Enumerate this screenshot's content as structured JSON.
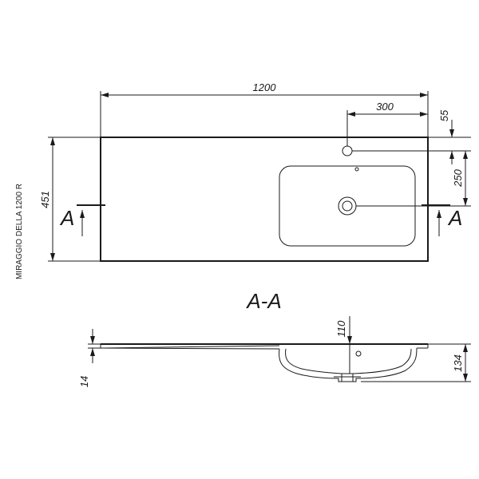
{
  "drawing": {
    "model_label": "MIRAGGIO DELLA 1200 R",
    "section_title": "A-A",
    "section_mark": "A",
    "dimensions": {
      "overall_width": "1200",
      "tap_hole_offset": "300",
      "tap_hole_edge": "55",
      "drain_offset": "250",
      "overall_depth": "451",
      "section_depth": "110",
      "section_height": "134",
      "slab_thickness": "14"
    }
  }
}
